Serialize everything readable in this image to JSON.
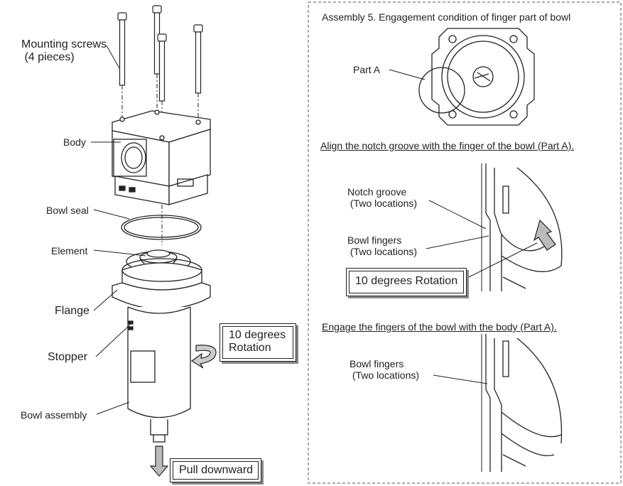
{
  "left_panel": {
    "labels": {
      "mounting_screws": "Mounting screws\n (4 pieces)",
      "body": "Body",
      "bowl_seal": "Bowl seal",
      "element": "Element",
      "flange": "Flange",
      "stopper": "Stopper",
      "bowl_assembly": "Bowl assembly"
    },
    "rotation_box": "10 degrees\nRotation",
    "pull_box": "Pull downward"
  },
  "right_panel": {
    "title": "Assembly 5. Engagement condition of finger part of bowl",
    "part_a": "Part A",
    "step1": {
      "caption": "Align the notch groove with the finger of the bowl (Part A).",
      "notch_groove": "Notch groove\n (Two locations)",
      "bowl_fingers": "Bowl fingers\n (Two locations)",
      "rotation_box": "10 degrees Rotation"
    },
    "step2": {
      "caption": "Engage the fingers of the bowl with the body (Part A).",
      "bowl_fingers": "Bowl fingers\n (Two locations)"
    }
  },
  "colors": {
    "line": "#222222",
    "dashed_border": "#555555",
    "shadow": "#888888",
    "arrow_fill": "#bbbbbb"
  }
}
